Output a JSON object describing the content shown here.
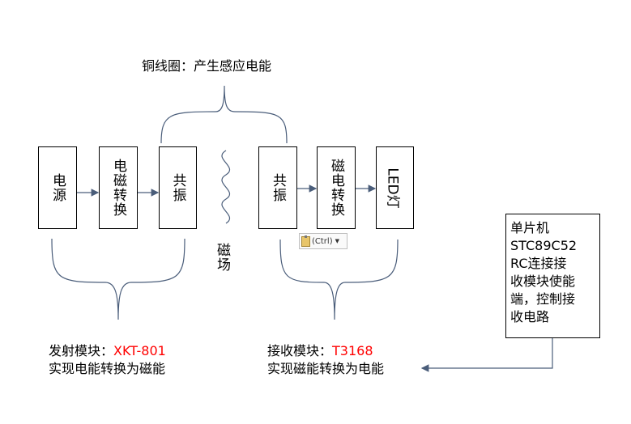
{
  "top_label": "铜线圈：产生感应电能",
  "blocks": {
    "power": "电源",
    "e2m": "电磁转换",
    "res_tx": "共振",
    "res_rx": "共振",
    "m2e": "磁电转换",
    "led": "LED灯"
  },
  "magnetic_field": "磁场",
  "transmitter": {
    "title": "发射模块：",
    "model": "XKT-801",
    "desc": "实现电能转换为磁能"
  },
  "receiver": {
    "title": "接收模块：",
    "model": "T3168",
    "desc": "实现磁能转换为电能"
  },
  "mcu_lines": [
    "单片机",
    "STC89C52",
    "RC连接接",
    "收模块使能",
    "端，控制接",
    "收电路"
  ],
  "paste_button": "(Ctrl)",
  "colors": {
    "arrow": "#4a5d7a",
    "brace": "#4a5d7a",
    "accent": "#ff0000"
  },
  "icons": {
    "paste": "clipboard-icon",
    "dropdown": "chevron-down-icon"
  }
}
